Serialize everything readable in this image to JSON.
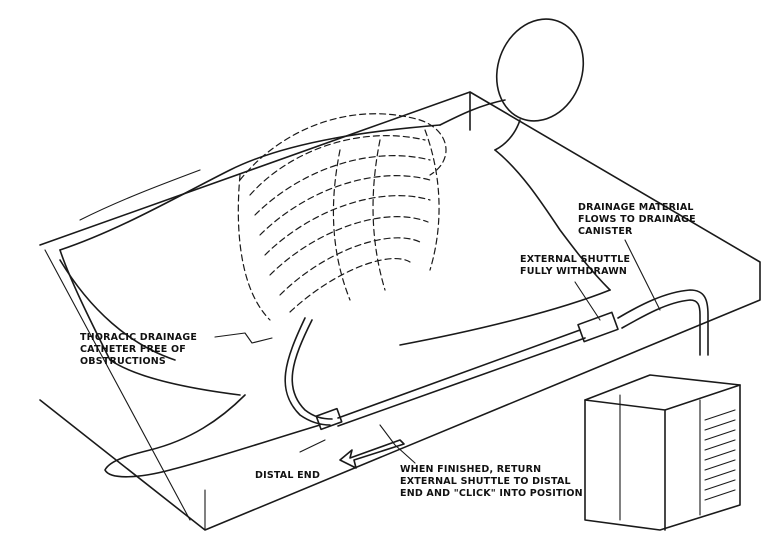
{
  "figure": {
    "labels": {
      "drainage_material": [
        "DRAINAGE MATERIAL",
        "FLOWS TO DRAINAGE",
        "CANISTER"
      ],
      "external_shuttle": [
        "EXTERNAL SHUTTLE",
        "FULLY WITHDRAWN"
      ],
      "thoracic_catheter": [
        "THORACIC DRAINAGE",
        "CATHETER FREE OF",
        "OBSTRUCTIONS"
      ],
      "distal_end": [
        "DISTAL END"
      ],
      "when_finished": [
        "WHEN FINISHED, RETURN",
        "EXTERNAL SHUTTLE TO DISTAL",
        "END AND \"CLICK\" INTO POSITION"
      ]
    },
    "colors": {
      "ink": "#1a1a1a",
      "paper": "#ffffff"
    }
  }
}
